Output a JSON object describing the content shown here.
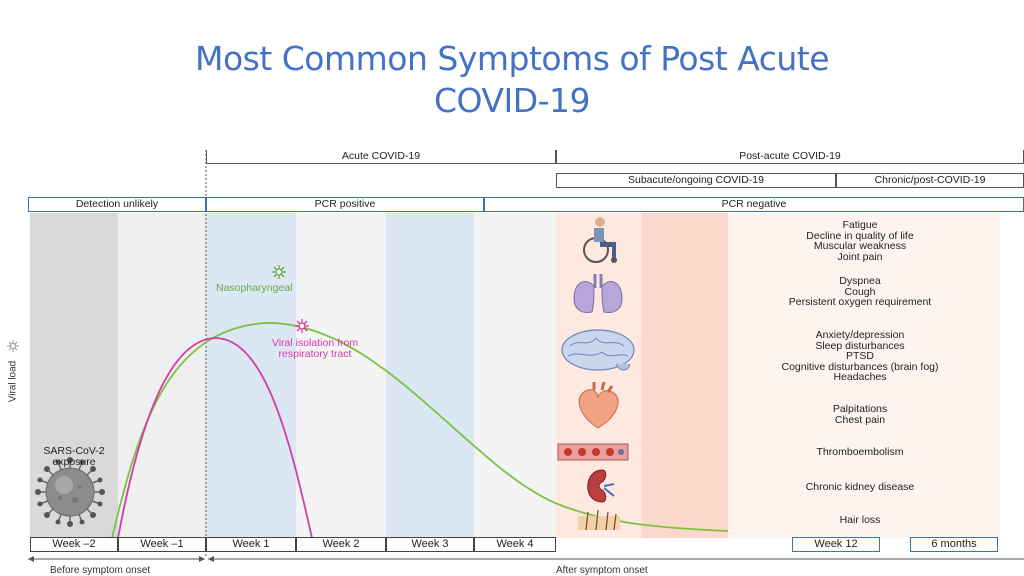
{
  "title": {
    "line1": "Most Common Symptoms of Post Acute",
    "line2": "COVID-19"
  },
  "top_bars": {
    "acute": "Acute COVID-19",
    "post_acute": "Post-acute COVID-19",
    "subacute": "Subacute/ongoing COVID-19",
    "chronic": "Chronic/post-COVID-19"
  },
  "detection_bar": {
    "unlikely": "Detection unlikely",
    "pcr_positive": "PCR positive",
    "pcr_negative": "PCR negative"
  },
  "curves": {
    "nasopharyngeal": "Nasopharyngeal",
    "viral_isolation_line1": "Viral isolation from",
    "viral_isolation_line2": "respiratory tract",
    "nasopharyngeal_color": "#7cc242",
    "viral_isolation_color": "#d63ba6"
  },
  "y_axis_label": "Viral load",
  "exposure": {
    "line1": "SARS-CoV-2",
    "line2": "exposure"
  },
  "symptom_groups": [
    {
      "items": [
        "Fatigue",
        "Decline in quality of life",
        "Muscular weakness",
        "Joint pain"
      ],
      "icon": "wheelchair-icon"
    },
    {
      "items": [
        "Dyspnea",
        "Cough",
        "Persistent oxygen requirement"
      ],
      "icon": "lungs-icon"
    },
    {
      "items": [
        "Anxiety/depression",
        "Sleep disturbances",
        "PTSD",
        "Cognitive disturbances (brain fog)",
        "Headaches"
      ],
      "icon": "brain-icon"
    },
    {
      "items": [
        "Palpitations",
        "Chest pain"
      ],
      "icon": "heart-icon"
    },
    {
      "items": [
        "Thromboembolism"
      ],
      "icon": "blood-vessel-icon"
    },
    {
      "items": [
        "Chronic kidney disease"
      ],
      "icon": "kidney-icon"
    },
    {
      "items": [
        "Hair loss"
      ],
      "icon": "hair-follicle-icon"
    }
  ],
  "timeline": {
    "weeks": [
      "Week –2",
      "Week –1",
      "Week 1",
      "Week 2",
      "Week 3",
      "Week 4",
      "Week 12",
      "6 months"
    ],
    "before": "Before symptom onset",
    "after": "After symptom onset"
  }
}
